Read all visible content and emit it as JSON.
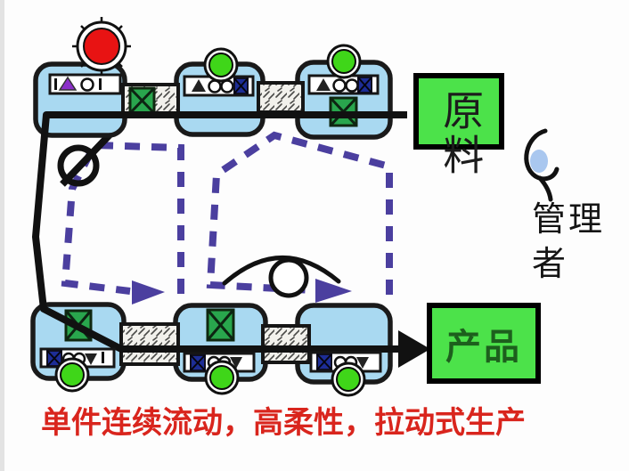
{
  "labels": {
    "raw_material": "原料",
    "product": "产品",
    "manager": "管理\n者",
    "caption": "单件连续流动，高柔性，拉动式生产"
  },
  "colors": {
    "station-blue": "#a9d9f1",
    "supply-green": "#4ce24a",
    "box-green": "#29a64d",
    "navy": "#1d2d96",
    "dash-purple": "#4b3f9f",
    "lamp-green": "#3fd619",
    "lamp-red": "#e81313",
    "eye-blue": "#a9c7ef",
    "caption-red": "#d9251d",
    "triangle-purple": "#8b2fc9"
  },
  "stations": {
    "top_row": [
      {
        "id": "station-1",
        "andon_lamp": "red-alarm"
      },
      {
        "id": "station-2",
        "andon_lamp": "green"
      },
      {
        "id": "station-3",
        "andon_lamp": "green"
      }
    ],
    "bottom_row": [
      {
        "id": "station-4",
        "andon_lamp": "green"
      },
      {
        "id": "station-5",
        "andon_lamp": "green"
      },
      {
        "id": "station-6",
        "andon_lamp": "green"
      }
    ]
  },
  "icons": {
    "red_alarm": "alarm-lamp-icon",
    "green_lamp": "andon-lamp-icon",
    "eye": "supervision-eye-icon",
    "kanban_box": "kanban-card-box-icon",
    "conveyor": "conveyor-hatch-icon"
  }
}
